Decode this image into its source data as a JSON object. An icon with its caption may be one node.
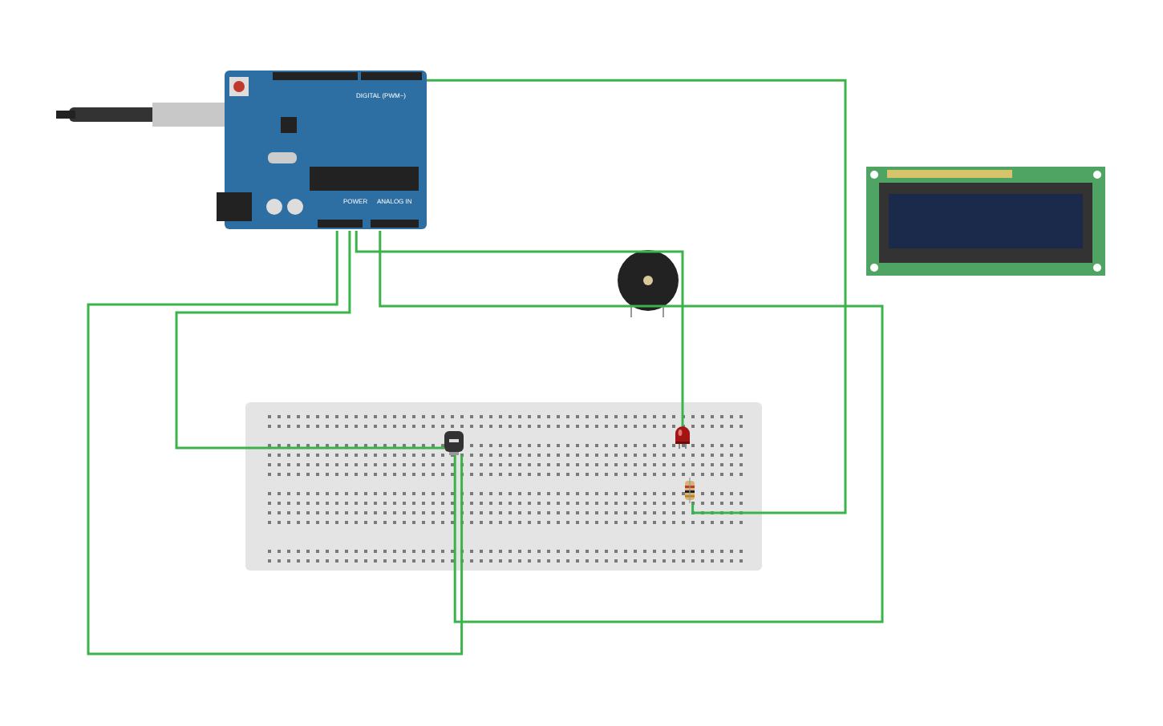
{
  "diagram": {
    "nodes": [
      {
        "text": [],
        "shape": "picture"
      },
      {
        "text": [],
        "shape": "picture"
      },
      {
        "text": [],
        "shape": "picture",
        "in": 1
      },
      {
        "text": [],
        "shape": "picture",
        "in": 1
      },
      {
        "text": [],
        "shape": "picture",
        "in": 1
      },
      {
        "text": [],
        "shape": "picture"
      },
      {
        "text": [],
        "shape": "picture"
      }
    ],
    "edges": [
      {
        "from": 0,
        "to": 4,
        "arrow": "none"
      },
      {
        "from": 0,
        "to": 2,
        "arrow": "none"
      },
      {
        "from": 0,
        "to": 2,
        "arrow": "none"
      },
      {
        "from": 0,
        "to": 3,
        "arrow": "none"
      },
      {
        "from": 0,
        "to": 2,
        "arrow": "none"
      }
    ],
    "labels": [
      "DIGITAL (PWM~)",
      "POWER",
      "ANALOG IN"
    ]
  }
}
